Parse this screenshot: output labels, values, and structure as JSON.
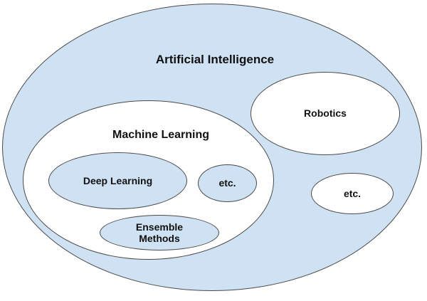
{
  "diagram": {
    "type": "euler-diagram",
    "title": "Artificial Intelligence",
    "colors": {
      "outer_set_fill": "#cfe2f3",
      "subset_fill": "#ffffff",
      "stroke": "#4a4a4a",
      "text": "#111111"
    },
    "sets": {
      "artificial_intelligence": {
        "label": "Artificial Intelligence"
      },
      "machine_learning": {
        "label": "Machine Learning"
      },
      "deep_learning": {
        "label": "Deep Learning"
      },
      "etc_in_machine_learning": {
        "label": "etc."
      },
      "ensemble_methods": {
        "label": "Ensemble\nMethods"
      },
      "robotics": {
        "label": "Robotics"
      },
      "etc_in_artificial_intelligence": {
        "label": "etc."
      }
    }
  }
}
